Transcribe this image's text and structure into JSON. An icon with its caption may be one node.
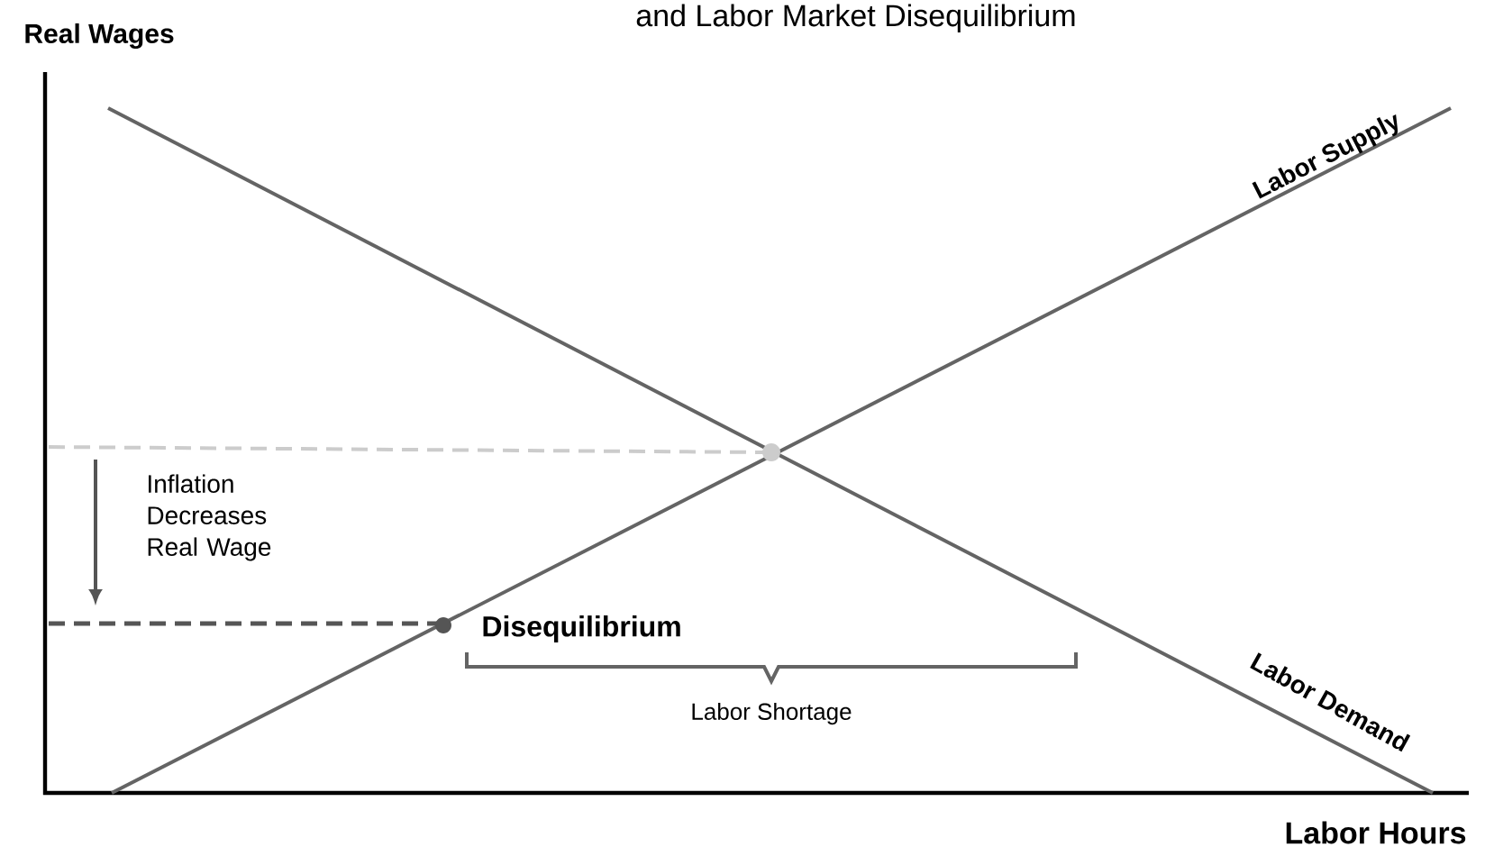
{
  "diagram": {
    "title": "and Labor Market Disequilibrium",
    "labels": [
      "Real Wages",
      "Labor Supply",
      "Inflation Decreases Real Wage",
      "Disequilibrium",
      "Labor Shortage",
      "Labor Demand",
      "Labor Hours"
    ]
  }
}
